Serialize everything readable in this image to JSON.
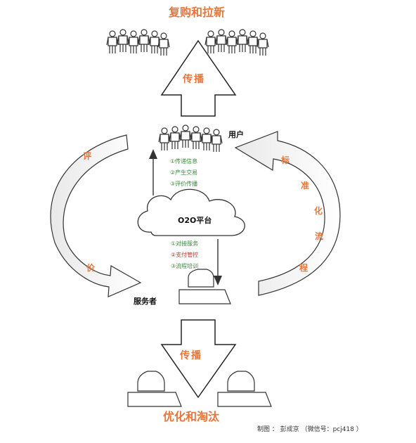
{
  "top_title": "复购和拉新",
  "top_arrow_label": "传播",
  "user_label": "用户",
  "left_curve_chars": [
    "评",
    "价"
  ],
  "right_curve_chars": [
    "标",
    "准",
    "化",
    "流",
    "程"
  ],
  "platform_label": "O2O平台",
  "upward_items": [
    {
      "text": "①传递信息",
      "color": "green"
    },
    {
      "text": "②产生交易",
      "color": "green"
    },
    {
      "text": "③评价传播",
      "color": "green"
    }
  ],
  "downward_items": [
    {
      "text": "①对接服务",
      "color": "green"
    },
    {
      "text": "②支付管控",
      "color": "red"
    },
    {
      "text": "③流程培训",
      "color": "green"
    }
  ],
  "server_label": "服务者",
  "bottom_arrow_label": "传播",
  "bottom_title": "优化和淘汰",
  "credit": "制图 ： 彭成京 （微信号：pcj418 ）",
  "colors": {
    "accent": "#E8763A",
    "green": "#3c8a3c",
    "red": "#c23a2a"
  }
}
